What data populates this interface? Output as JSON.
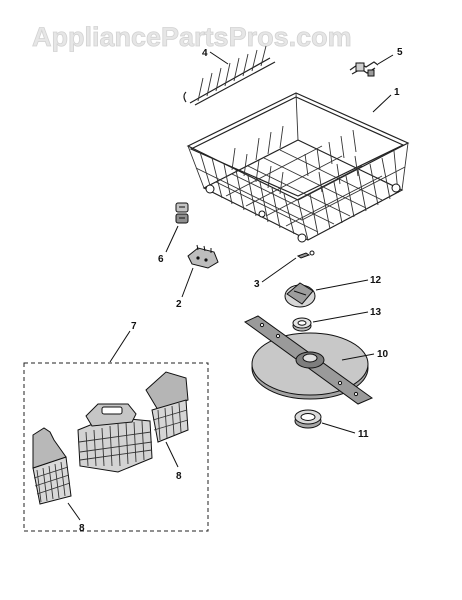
{
  "watermark": "AppliancePartsPros.com",
  "callouts": {
    "p1": "1",
    "p2": "2",
    "p3": "3",
    "p4": "4",
    "p5": "5",
    "p6": "6",
    "p7": "7",
    "p8a": "8",
    "p8b": "8",
    "p10": "10",
    "p11": "11",
    "p12": "12",
    "p13": "13"
  }
}
